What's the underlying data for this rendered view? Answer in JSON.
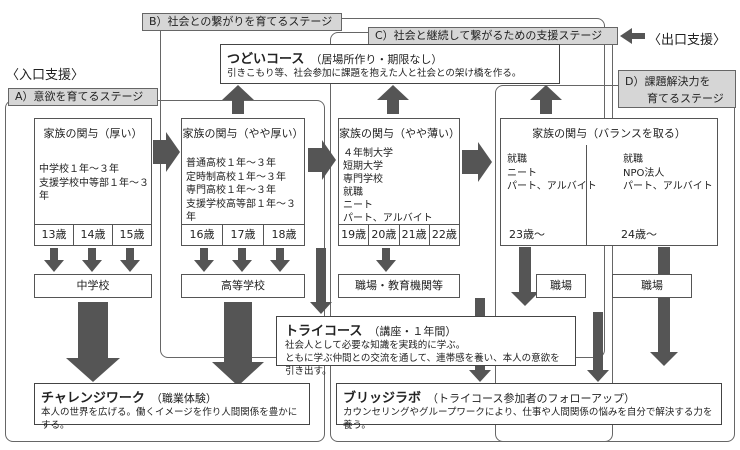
{
  "labels": {
    "entry_support": "〈入口支援〉",
    "exit_support": "〈出口支援〉",
    "stage_a": "A）意欲を育てるステージ",
    "stage_b": "B）社会との繋がりを育てるステージ",
    "stage_c": "C）社会と継続して繋がるための支援ステージ",
    "stage_d": "D）課題解決力を\n　　育てるステージ"
  },
  "columns": [
    {
      "title": "家族の関与（厚い）",
      "lines": [
        "中学校１年～３年",
        "支援学校中等部１年～３年"
      ],
      "ages": [
        "13歳",
        "14歳",
        "15歳"
      ],
      "place": "中学校"
    },
    {
      "title": "家族の関与（やや厚い）",
      "lines": [
        "普通高校１年～３年",
        "定時制高校１年～３年",
        "専門高校１年～３年",
        "支援学校高等部１年～３年"
      ],
      "ages": [
        "16歳",
        "17歳",
        "18歳"
      ],
      "place": "高等学校"
    },
    {
      "title": "家族の関与（やや薄い）",
      "lines": [
        "４年制大学",
        "短期大学",
        "専門学校",
        "就職",
        "ニート",
        "パート、アルバイト"
      ],
      "ages": [
        "19歳",
        "20歳",
        "21歳",
        "22歳"
      ],
      "place": "職場・教育機関等"
    },
    {
      "title": "家族の関与（バランスを取る）",
      "lines_left": [
        "就職",
        "ニート",
        "パート、アルバイト"
      ],
      "lines_right": [
        "就職",
        "NPO法人",
        "パート、アルバイト"
      ],
      "age_left": "23歳～",
      "age_right": "24歳～",
      "place_left": "職場",
      "place_right": "職場"
    }
  ],
  "programs": {
    "tsudoi": {
      "name": "つどいコース",
      "sub": "（居場所作り・期限なし）",
      "desc": "引きこもり等、社会参加に課題を抱えた人と社会との架け橋を作る。"
    },
    "tri": {
      "name": "トライコース",
      "sub": "（講座・１年間）",
      "desc1": "社会人として必要な知識を実践的に学ぶ。",
      "desc2": "ともに学ぶ仲間との交流を通して、連帯感を養い、本人の意欲を引き出す。"
    },
    "challenge": {
      "name": "チャレンジワーク",
      "sub": "（職業体験）",
      "desc": "本人の世界を広げる。働くイメージを作り人間関係を豊かにする。"
    },
    "bridge": {
      "name": "ブリッジラボ",
      "sub": "（トライコース参加者のフォローアップ）",
      "desc": "カウンセリングやグループワークにより、仕事や人間関係の悩みを自分で解決する力を養う。"
    }
  },
  "colors": {
    "arrow": "#555555",
    "tag_bg": "#d6d6d6",
    "frame": "#666666"
  }
}
